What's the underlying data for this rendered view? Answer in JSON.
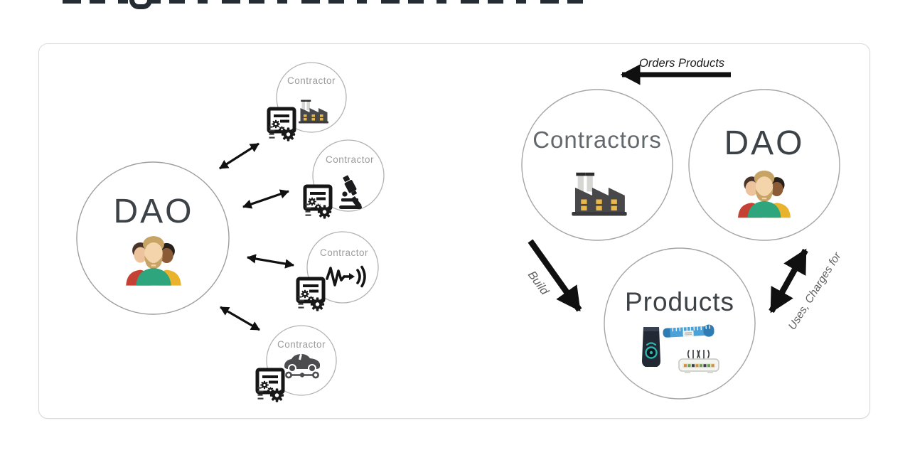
{
  "page": {
    "description": "DAO relationship diagrams",
    "heading_cropped": true
  },
  "left_diagram": {
    "dao": {
      "label": "DAO",
      "icon": "team-members-icon"
    },
    "contractors": [
      {
        "label": "Contractor",
        "icon": "factory-icon"
      },
      {
        "label": "Contractor",
        "icon": "microscope-icon"
      },
      {
        "label": "Contractor",
        "icon": "audio-signal-icon"
      },
      {
        "label": "Contractor",
        "icon": "car-icon"
      }
    ],
    "connector_icon": "smart-contract-document-gears-icon",
    "connection_type": "bidirectional-arrow"
  },
  "right_diagram": {
    "contractors": {
      "label": "Contractors",
      "icon": "factory-icon"
    },
    "dao": {
      "label": "DAO",
      "icon": "team-members-icon"
    },
    "products": {
      "label": "Products",
      "icons": [
        "smart-speaker-icon",
        "measuring-tape-icon",
        "router-icon"
      ]
    },
    "arrows": {
      "orders": {
        "label": "Orders Products",
        "from": "DAO",
        "to": "Contractors",
        "direction": "one-way"
      },
      "build": {
        "label": "Build",
        "from": "Contractors",
        "to": "Products",
        "direction": "one-way"
      },
      "uses": {
        "label": "Uses, Charges for",
        "between": [
          "Products",
          "DAO"
        ],
        "direction": "two-way"
      }
    }
  },
  "colors": {
    "panel_border": "#d9d9d9",
    "circle_stroke": "#aaaaaa",
    "arrow_black": "#101010",
    "label_gray": "#9c9c9c",
    "label_dark": "#3d4247",
    "factory_body": "#48484a",
    "factory_window": "#e9b84a",
    "shirt_red": "#c44133",
    "shirt_green": "#2fa57d",
    "shirt_yellow": "#eab32d",
    "tape_blue": "#4aa2d9",
    "speaker_teal": "#2cb5ac",
    "heading_fragment": "#262c34"
  }
}
